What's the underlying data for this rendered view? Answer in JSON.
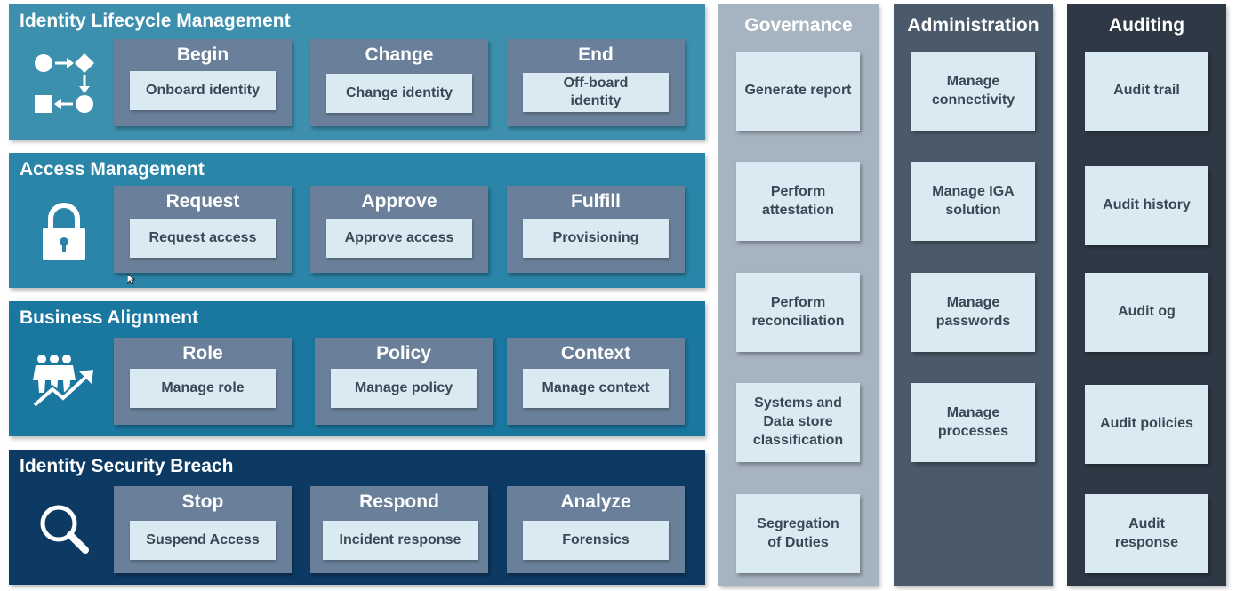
{
  "bands": [
    {
      "title": "Identity Lifecycle Management",
      "icon": "process-flow-icon",
      "color": "#3d8fae",
      "groups": [
        {
          "title": "Begin",
          "item": "Onboard identity"
        },
        {
          "title": "Change",
          "item": "Change identity"
        },
        {
          "title": "End",
          "item": "Off-board identity"
        }
      ]
    },
    {
      "title": "Access Management",
      "icon": "padlock-icon",
      "color": "#2a85a8",
      "groups": [
        {
          "title": "Request",
          "item": "Request access"
        },
        {
          "title": "Approve",
          "item": "Approve access"
        },
        {
          "title": "Fulfill",
          "item": "Provisioning"
        }
      ]
    },
    {
      "title": "Business Alignment",
      "icon": "people-growth-icon",
      "color": "#1a77a0",
      "groups": [
        {
          "title": "Role",
          "item": "Manage role"
        },
        {
          "title": "Policy",
          "item": "Manage policy"
        },
        {
          "title": "Context",
          "item": "Manage context"
        }
      ]
    },
    {
      "title": "Identity Security Breach",
      "icon": "magnifier-icon",
      "color": "#0d3a63",
      "groups": [
        {
          "title": "Stop",
          "item": "Suspend Access"
        },
        {
          "title": "Respond",
          "item": "Incident response"
        },
        {
          "title": "Analyze",
          "item": "Forensics"
        }
      ]
    }
  ],
  "columns": [
    {
      "title": "Governance",
      "color": "#a6b3c0",
      "items": [
        "Generate report",
        "Perform attestation",
        "Perform reconciliation",
        "Systems and Data store classification",
        "Segregation of Duties"
      ]
    },
    {
      "title": "Administration",
      "color": "#4b5a6a",
      "items": [
        "Manage connectivity",
        "Manage IGA solution",
        "Manage passwords",
        "Manage processes"
      ]
    },
    {
      "title": "Auditing",
      "color": "#2f3946",
      "items": [
        "Audit trail",
        "Audit history",
        "Audit og",
        "Audit policies",
        "Audit response"
      ]
    }
  ]
}
